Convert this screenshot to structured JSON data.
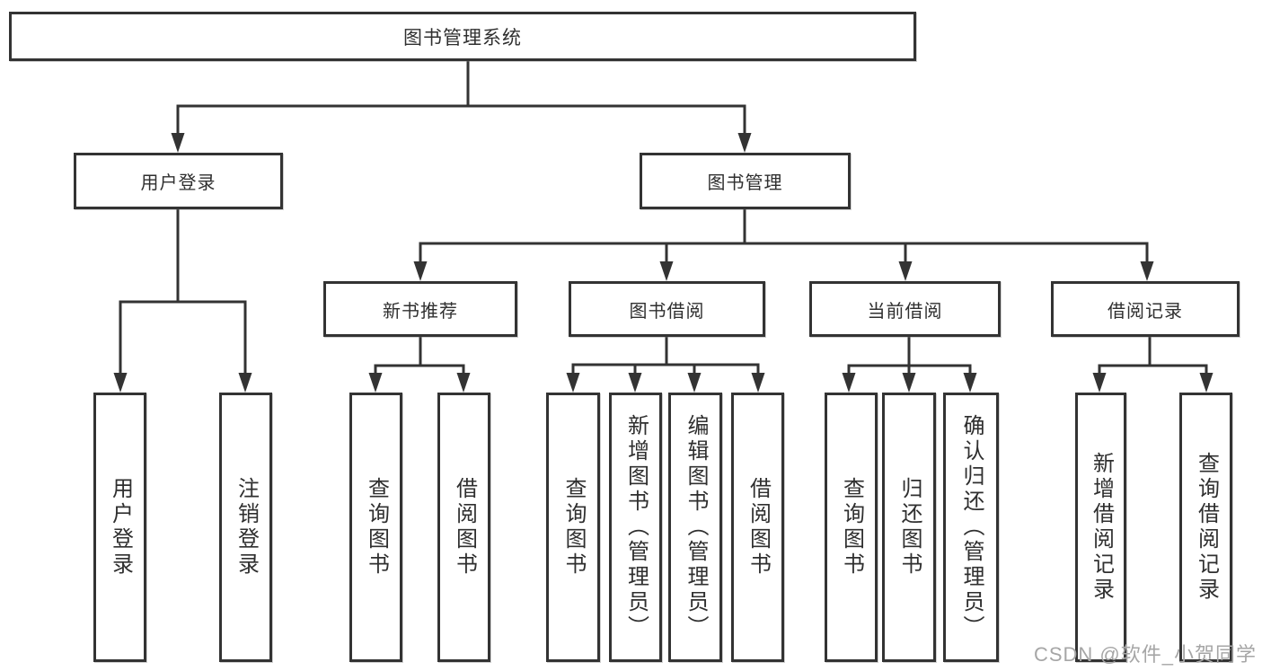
{
  "tree": {
    "label": "图书管理系统",
    "children": [
      {
        "label": "用户登录",
        "children": [
          {
            "label": "用户登录"
          },
          {
            "label": "注销登录"
          }
        ]
      },
      {
        "label": "图书管理",
        "children": [
          {
            "label": "新书推荐",
            "children": [
              {
                "label": "查询图书"
              },
              {
                "label": "借阅图书"
              }
            ]
          },
          {
            "label": "图书借阅",
            "children": [
              {
                "label": "查询图书"
              },
              {
                "label": "新增图书（管理员）"
              },
              {
                "label": "编辑图书（管理员）"
              },
              {
                "label": "借阅图书"
              }
            ]
          },
          {
            "label": "当前借阅",
            "children": [
              {
                "label": "查询图书"
              },
              {
                "label": "归还图书"
              },
              {
                "label": "确认归还（管理员）"
              }
            ]
          },
          {
            "label": "借阅记录",
            "children": [
              {
                "label": "新增借阅记录"
              },
              {
                "label": "查询借阅记录"
              }
            ]
          }
        ]
      }
    ]
  },
  "watermark": "CSDN @软件_小贺同学",
  "colors": {
    "line": "#333333",
    "box_border": "#333333",
    "text": "#2f2f2f",
    "watermark": "#a6a6a6"
  }
}
